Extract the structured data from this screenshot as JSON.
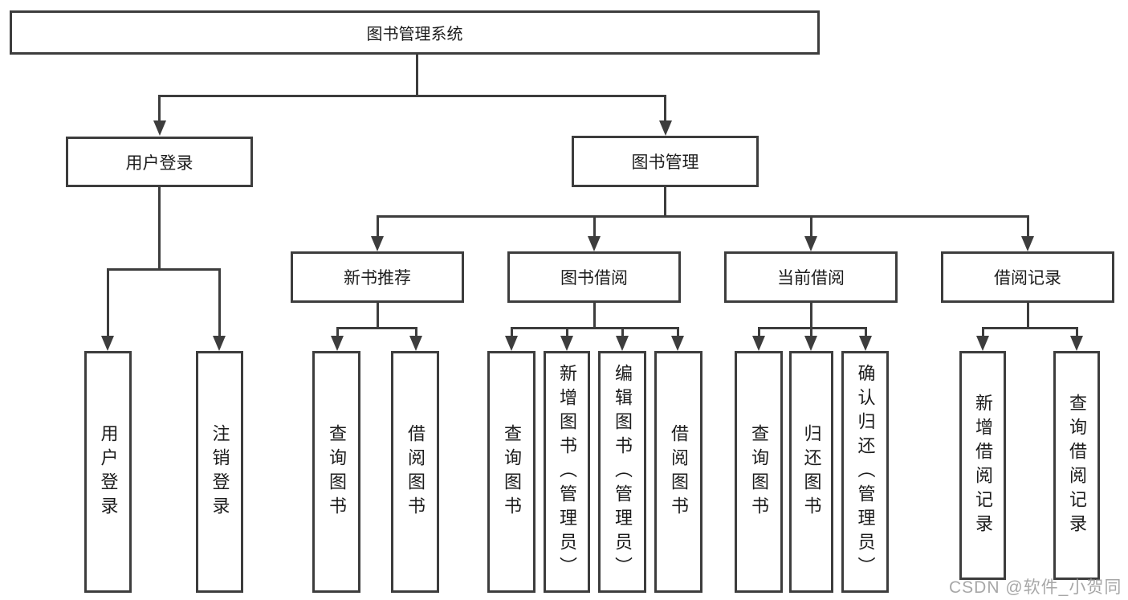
{
  "tree": {
    "root": "图书管理系统",
    "branches": [
      {
        "label": "用户登录",
        "leaves": [
          "用户登录",
          "注销登录"
        ]
      },
      {
        "label": "图书管理",
        "groups": [
          {
            "label": "新书推荐",
            "leaves": [
              "查询图书",
              "借阅图书"
            ]
          },
          {
            "label": "图书借阅",
            "leaves": [
              "查询图书",
              "新增图书（管理员）",
              "编辑图书（管理员）",
              "借阅图书"
            ]
          },
          {
            "label": "当前借阅",
            "leaves": [
              "查询图书",
              "归还图书",
              "确认归还（管理员）"
            ]
          },
          {
            "label": "借阅记录",
            "leaves": [
              "新增借阅记录",
              "查询借阅记录"
            ]
          }
        ]
      }
    ]
  },
  "watermark": "CSDN @软件_小贺同学",
  "colors": {
    "line": "#3d3d3d",
    "text": "#1c1c1c",
    "background": "#ffffff",
    "watermark": "#989898"
  }
}
